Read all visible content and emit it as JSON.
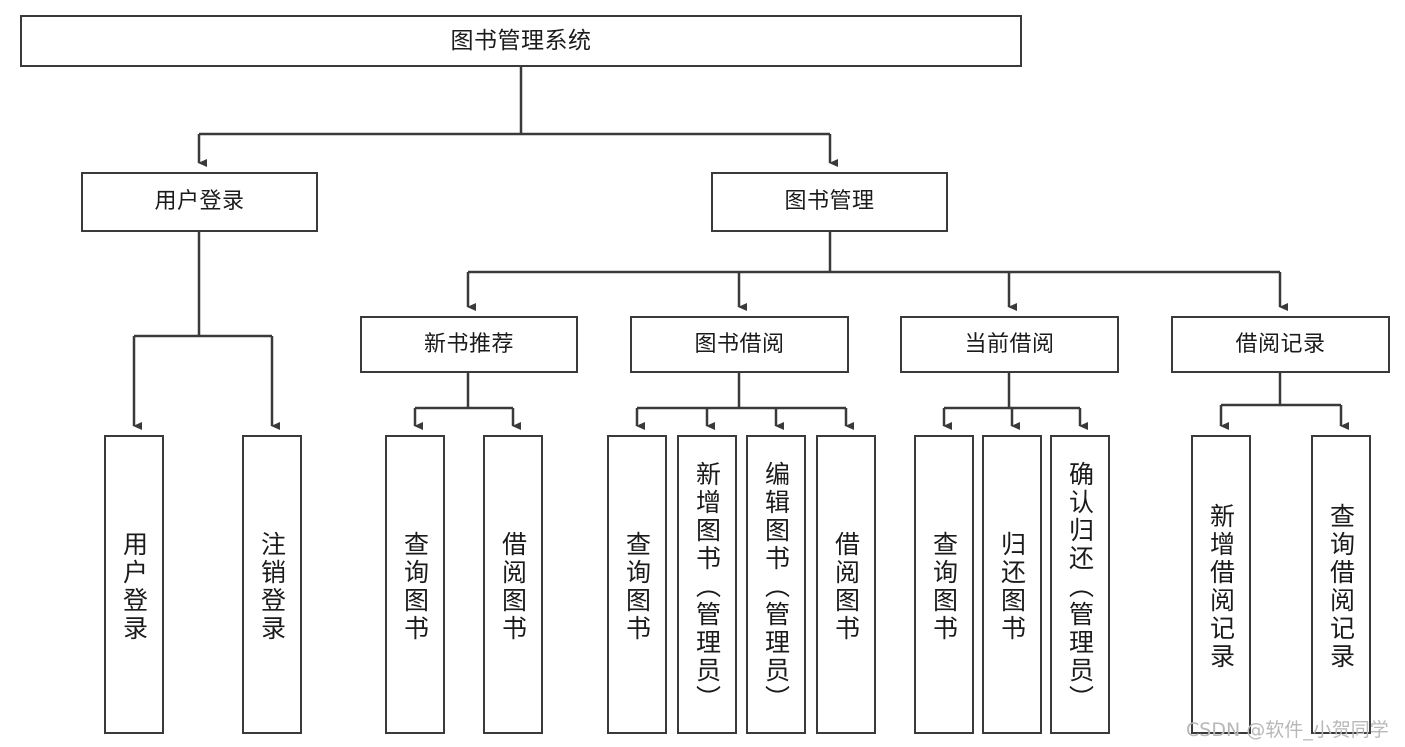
{
  "diagram": {
    "title": "图书管理系统",
    "type": "tree-hierarchy",
    "stroke_color": "#3a3a3a",
    "fill_color": "#ffffff",
    "text_color": "#1b1b1b",
    "root": {
      "label": "图书管理系统"
    },
    "level2": [
      {
        "label": "用户登录"
      },
      {
        "label": "图书管理"
      }
    ],
    "level3": [
      {
        "label": "新书推荐"
      },
      {
        "label": "图书借阅"
      },
      {
        "label": "当前借阅"
      },
      {
        "label": "借阅记录"
      }
    ],
    "leaves": {
      "user_login": [
        {
          "label": "用户登录"
        },
        {
          "label": "注销登录"
        }
      ],
      "new_book": [
        {
          "label": "查询图书"
        },
        {
          "label": "借阅图书"
        }
      ],
      "book_borrow": [
        {
          "label": "查询图书"
        },
        {
          "label": "新增图书（管理员）"
        },
        {
          "label": "编辑图书（管理员）"
        },
        {
          "label": "借阅图书"
        }
      ],
      "current_borrow": [
        {
          "label": "查询图书"
        },
        {
          "label": "归还图书"
        },
        {
          "label": "确认归还（管理员）"
        }
      ],
      "borrow_record": [
        {
          "label": "新增借阅记录"
        },
        {
          "label": "查询借阅记录"
        }
      ]
    }
  },
  "watermark": {
    "text": "CSDN @软件_小贺同学"
  }
}
